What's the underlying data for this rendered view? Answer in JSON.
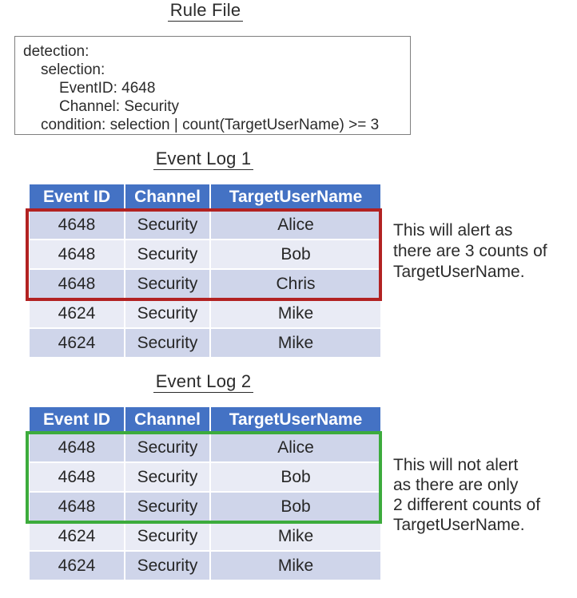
{
  "rule_file": {
    "title": "Rule File",
    "lines": [
      {
        "indent": 0,
        "text": "detection:"
      },
      {
        "indent": 1,
        "text": "selection:"
      },
      {
        "indent": 2,
        "text": "EventID: 4648"
      },
      {
        "indent": 2,
        "text": "Channel: Security"
      },
      {
        "indent": 1,
        "text": "condition: selection | count(TargetUserName) >= 3"
      }
    ]
  },
  "tables": [
    {
      "title": "Event Log 1",
      "columns": [
        "Event ID",
        "Channel",
        "TargetUserName"
      ],
      "rows": [
        [
          "4648",
          "Security",
          "Alice"
        ],
        [
          "4648",
          "Security",
          "Bob"
        ],
        [
          "4648",
          "Security",
          "Chris"
        ],
        [
          "4624",
          "Security",
          "Mike"
        ],
        [
          "4624",
          "Security",
          "Mike"
        ]
      ],
      "highlighted_rows": [
        1,
        2,
        3
      ],
      "note": [
        "This will alert as",
        "there are 3 counts of",
        "TargetUserName."
      ]
    },
    {
      "title": "Event Log 2",
      "columns": [
        "Event ID",
        "Channel",
        "TargetUserName"
      ],
      "rows": [
        [
          "4648",
          "Security",
          "Alice"
        ],
        [
          "4648",
          "Security",
          "Bob"
        ],
        [
          "4648",
          "Security",
          "Bob"
        ],
        [
          "4624",
          "Security",
          "Mike"
        ],
        [
          "4624",
          "Security",
          "Mike"
        ]
      ],
      "highlighted_rows": [
        1,
        2,
        3
      ],
      "note": [
        "This will not alert",
        "as there are only",
        "2 different counts of",
        "TargetUserName."
      ]
    }
  ],
  "colors": {
    "ink": "#2b2b2b",
    "rule_box_border": "#7f7f7f",
    "table_header_bg": "#4472c4",
    "table_header_text": "#ffffff",
    "band_dark": "#cfd5ea",
    "band_light": "#e9ebf5",
    "alert_box_red": "#b22222",
    "no_alert_box_green": "#3cab3c"
  }
}
